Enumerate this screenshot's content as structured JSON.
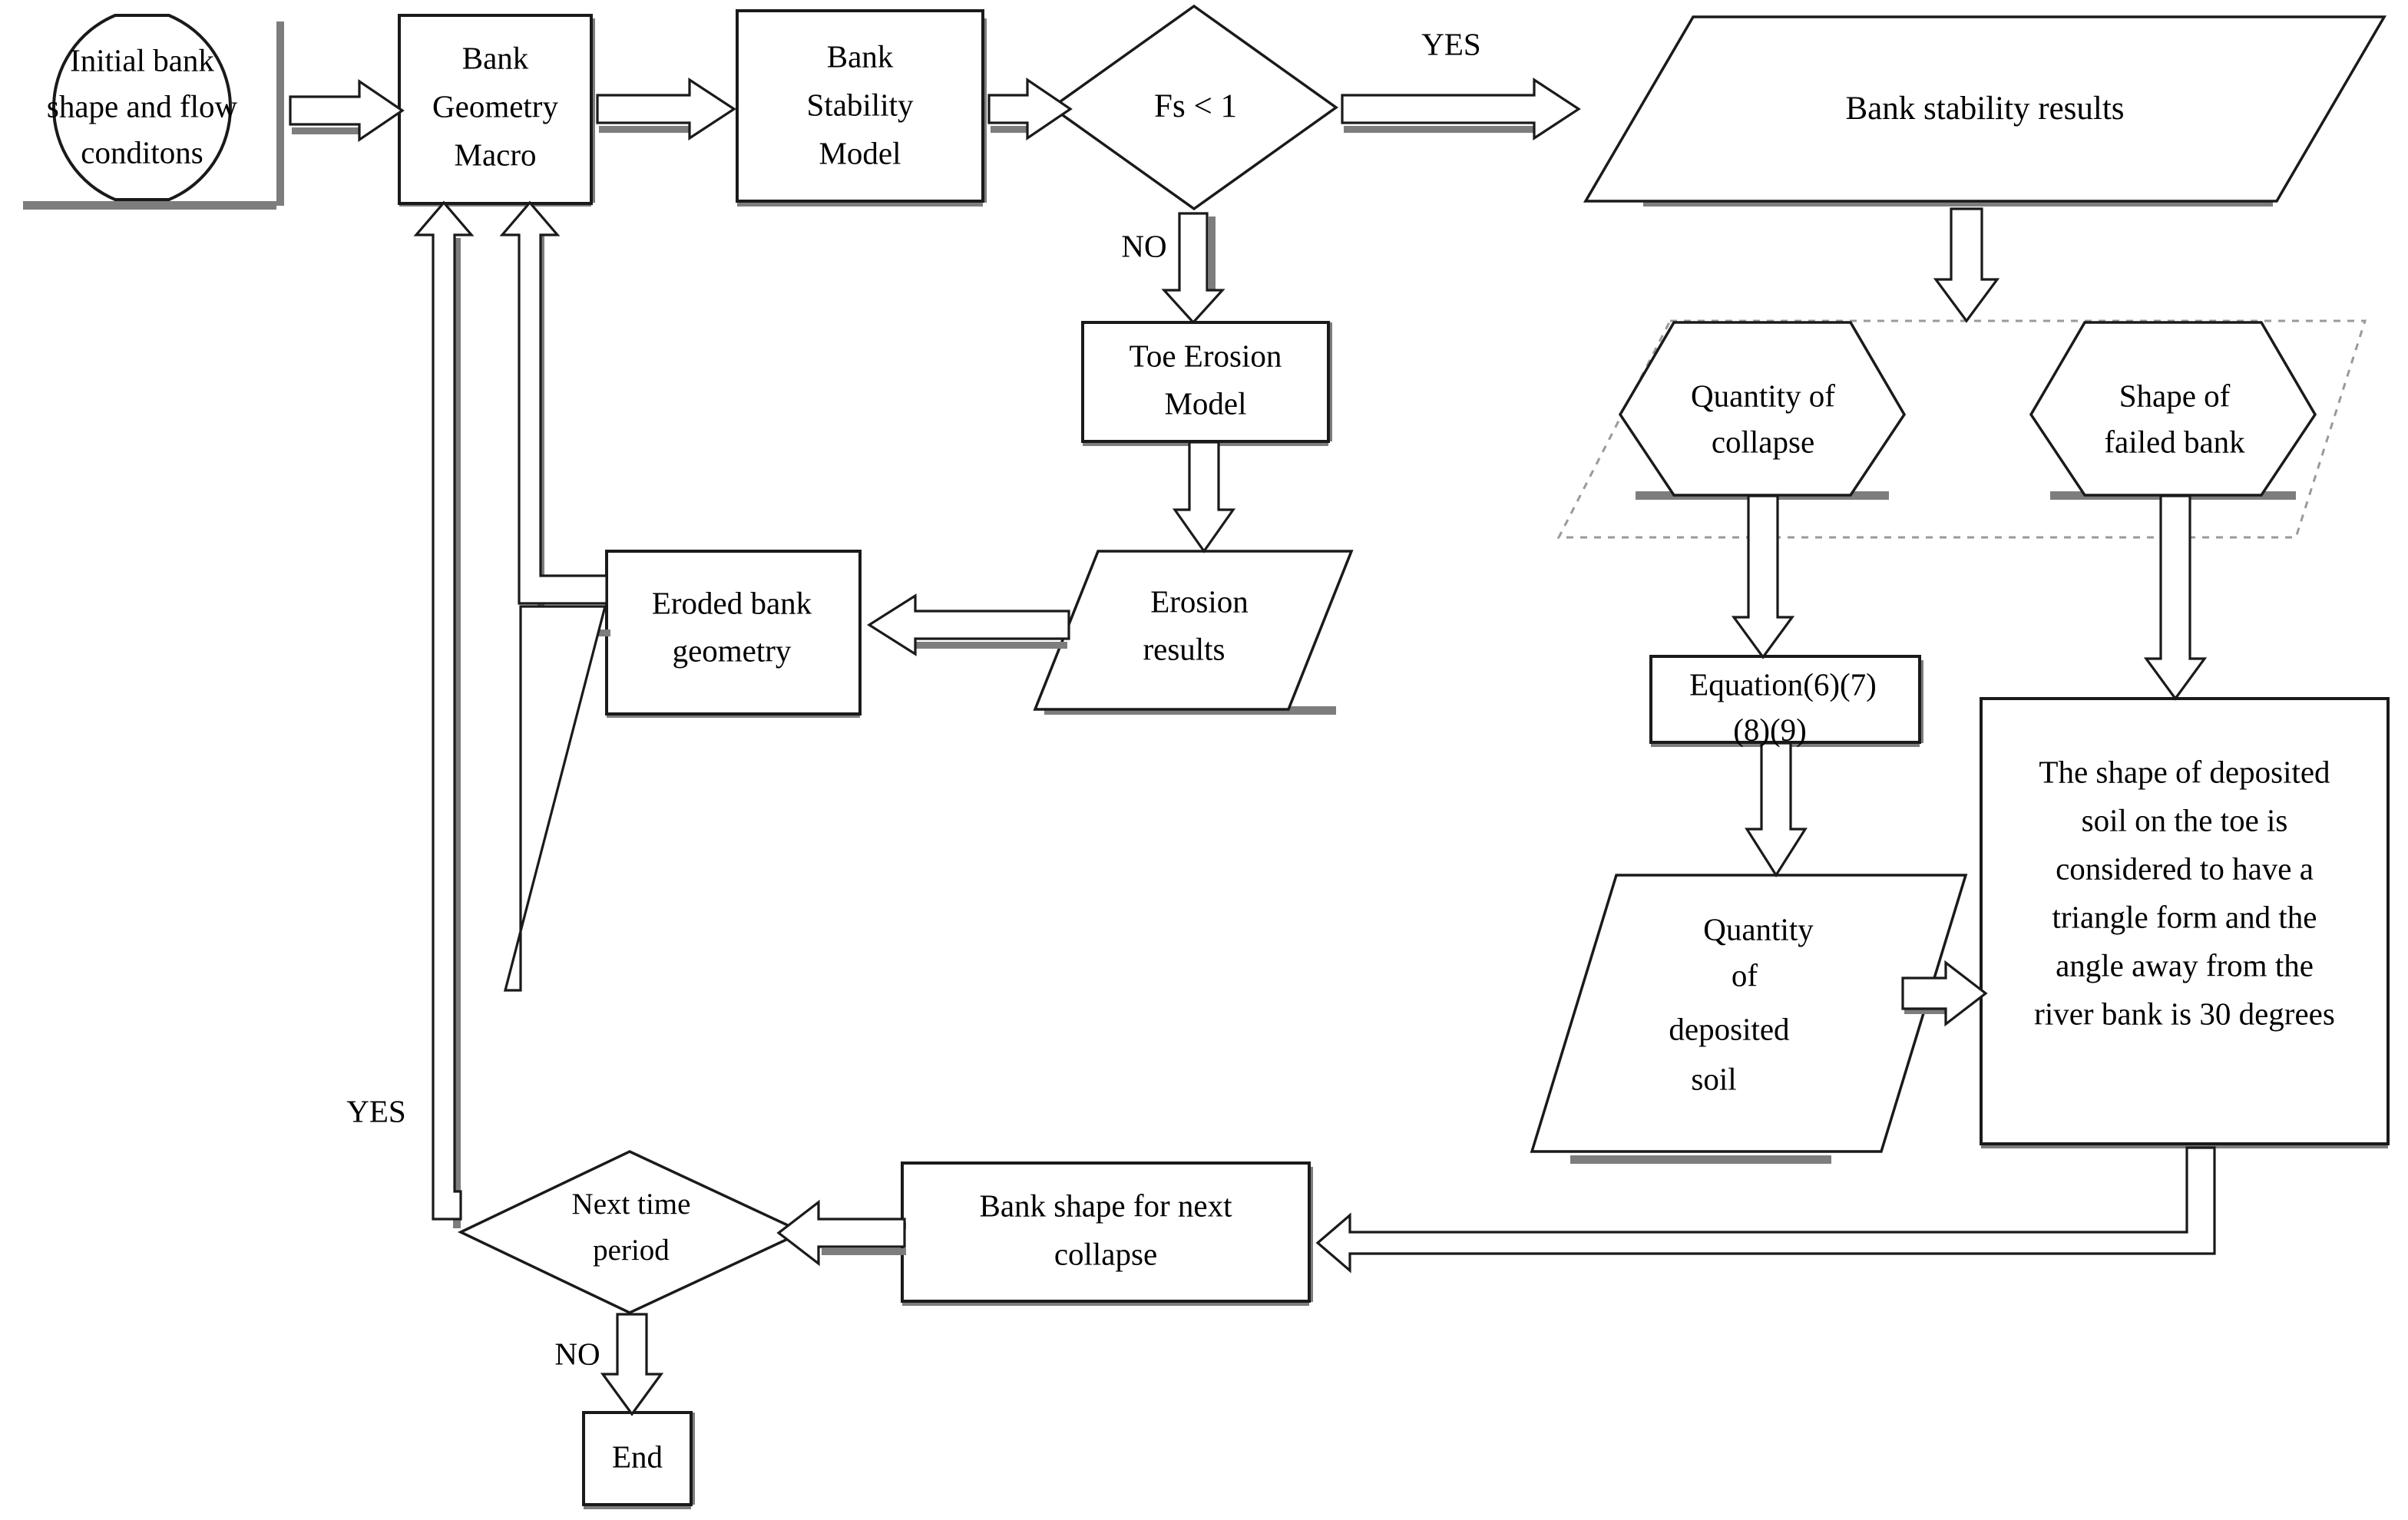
{
  "diagram": {
    "title": "River bank erosion and collapse simulation flowchart",
    "nodes": {
      "start": {
        "label_lines": [
          "Initial bank",
          "shape and flow",
          "conditons"
        ],
        "shape": "rounded-terminator"
      },
      "bank_geometry_macro": {
        "label_lines": [
          "Bank",
          "Geometry",
          "Macro"
        ],
        "shape": "process"
      },
      "bank_stability_model": {
        "label_lines": [
          "Bank",
          "Stability",
          "Model"
        ],
        "shape": "process"
      },
      "fs_decision": {
        "label_lines": [
          "Fs < 1"
        ],
        "shape": "decision"
      },
      "bank_stability_results": {
        "label_lines": [
          "Bank stability results"
        ],
        "shape": "data-parallelogram"
      },
      "toe_erosion_model": {
        "label_lines": [
          "Toe Erosion",
          "Model"
        ],
        "shape": "process"
      },
      "erosion_results": {
        "label_lines": [
          "Erosion",
          "results"
        ],
        "shape": "data-parallelogram"
      },
      "eroded_bank_geometry": {
        "label_lines": [
          "Eroded bank",
          "geometry"
        ],
        "shape": "process"
      },
      "quantity_of_collapse": {
        "label_lines": [
          "Quantity of",
          "collapse"
        ],
        "shape": "hexagon"
      },
      "shape_of_failed_bank": {
        "label_lines": [
          "Shape of",
          "failed bank"
        ],
        "shape": "hexagon"
      },
      "equation_box": {
        "label_lines": [
          "Equation(6)(7)",
          "(8)(9)"
        ],
        "shape": "process"
      },
      "quantity_of_deposited_soil": {
        "label_lines": [
          "Quantity",
          "of",
          "deposited",
          "soil"
        ],
        "shape": "data-parallelogram"
      },
      "deposited_soil_note": {
        "label_lines": [
          "The shape of deposited",
          "soil on the toe is",
          "considered to have a",
          "triangle form and the",
          "angle away from the",
          "river bank is 30 degrees"
        ],
        "shape": "process"
      },
      "bank_shape_next_collapse": {
        "label_lines": [
          "Bank shape for next",
          "collapse"
        ],
        "shape": "process"
      },
      "next_time_period": {
        "label_lines": [
          "Next time",
          "period"
        ],
        "shape": "decision"
      },
      "end": {
        "label_lines": [
          "End"
        ],
        "shape": "process"
      }
    },
    "edge_labels": {
      "fs_yes": "YES",
      "fs_no": "NO",
      "next_time_yes": "YES",
      "next_time_no": "NO"
    },
    "edges": [
      {
        "from": "start",
        "to": "bank_geometry_macro",
        "label": ""
      },
      {
        "from": "bank_geometry_macro",
        "to": "bank_stability_model",
        "label": ""
      },
      {
        "from": "bank_stability_model",
        "to": "fs_decision",
        "label": ""
      },
      {
        "from": "fs_decision",
        "to": "bank_stability_results",
        "label": "YES"
      },
      {
        "from": "fs_decision",
        "to": "toe_erosion_model",
        "label": "NO"
      },
      {
        "from": "toe_erosion_model",
        "to": "erosion_results",
        "label": ""
      },
      {
        "from": "erosion_results",
        "to": "eroded_bank_geometry",
        "label": ""
      },
      {
        "from": "eroded_bank_geometry",
        "to": "bank_geometry_macro",
        "label": ""
      },
      {
        "from": "bank_stability_results",
        "to": "collapse_group",
        "label": ""
      },
      {
        "from": "quantity_of_collapse",
        "to": "equation_box",
        "label": ""
      },
      {
        "from": "shape_of_failed_bank",
        "to": "deposited_soil_note",
        "label": ""
      },
      {
        "from": "equation_box",
        "to": "quantity_of_deposited_soil",
        "label": ""
      },
      {
        "from": "quantity_of_deposited_soil",
        "to": "deposited_soil_note",
        "label": ""
      },
      {
        "from": "deposited_soil_note",
        "to": "bank_shape_next_collapse",
        "label": ""
      },
      {
        "from": "bank_shape_next_collapse",
        "to": "next_time_period",
        "label": ""
      },
      {
        "from": "next_time_period",
        "to": "bank_geometry_macro",
        "label": "YES"
      },
      {
        "from": "next_time_period",
        "to": "end",
        "label": "NO"
      }
    ],
    "colors": {
      "stroke": "#1a1a1a",
      "shadow": "#7d7d7d",
      "dashed_group": "#9a9a9a",
      "background": "#ffffff",
      "text": "#000000"
    }
  }
}
